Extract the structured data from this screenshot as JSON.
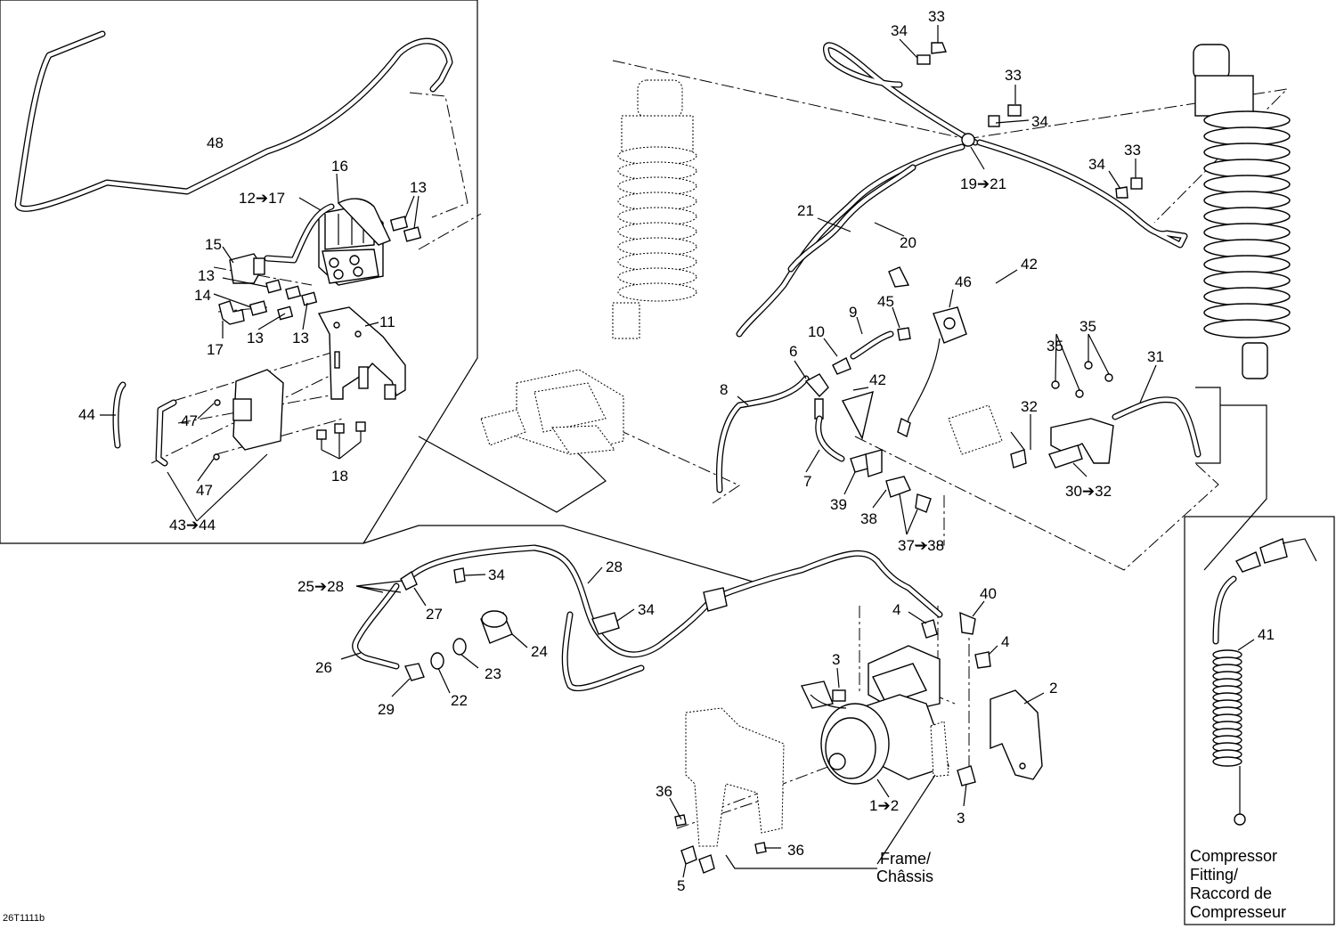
{
  "diagram": {
    "labels": [
      {
        "id": "48",
        "text": "48"
      },
      {
        "id": "16",
        "text": "16"
      },
      {
        "id": "12-17",
        "text": "12➔17"
      },
      {
        "id": "13a",
        "text": "13"
      },
      {
        "id": "15",
        "text": "15"
      },
      {
        "id": "13b",
        "text": "13"
      },
      {
        "id": "14",
        "text": "14"
      },
      {
        "id": "17",
        "text": "17"
      },
      {
        "id": "13c",
        "text": "13"
      },
      {
        "id": "13d",
        "text": "13"
      },
      {
        "id": "11",
        "text": "11"
      },
      {
        "id": "44",
        "text": "44"
      },
      {
        "id": "47a",
        "text": "47"
      },
      {
        "id": "47b",
        "text": "47"
      },
      {
        "id": "18",
        "text": "18"
      },
      {
        "id": "43-44",
        "text": "43➔44"
      },
      {
        "id": "34a",
        "text": "34"
      },
      {
        "id": "33a",
        "text": "33"
      },
      {
        "id": "33b",
        "text": "33"
      },
      {
        "id": "34b",
        "text": "34"
      },
      {
        "id": "19-21",
        "text": "19➔21"
      },
      {
        "id": "34c",
        "text": "34"
      },
      {
        "id": "33c",
        "text": "33"
      },
      {
        "id": "21",
        "text": "21"
      },
      {
        "id": "20",
        "text": "20"
      },
      {
        "id": "42a",
        "text": "42"
      },
      {
        "id": "46",
        "text": "46"
      },
      {
        "id": "45",
        "text": "45"
      },
      {
        "id": "9",
        "text": "9"
      },
      {
        "id": "10",
        "text": "10"
      },
      {
        "id": "6",
        "text": "6"
      },
      {
        "id": "8",
        "text": "8"
      },
      {
        "id": "42b",
        "text": "42"
      },
      {
        "id": "35a",
        "text": "35"
      },
      {
        "id": "35b",
        "text": "35"
      },
      {
        "id": "31",
        "text": "31"
      },
      {
        "id": "32",
        "text": "32"
      },
      {
        "id": "7",
        "text": "7"
      },
      {
        "id": "39",
        "text": "39"
      },
      {
        "id": "38",
        "text": "38"
      },
      {
        "id": "30-32",
        "text": "30➔32"
      },
      {
        "id": "37-38",
        "text": "37➔38"
      },
      {
        "id": "28",
        "text": "28"
      },
      {
        "id": "25-28",
        "text": "25➔28"
      },
      {
        "id": "34d",
        "text": "34"
      },
      {
        "id": "27",
        "text": "27"
      },
      {
        "id": "34e",
        "text": "34"
      },
      {
        "id": "24",
        "text": "24"
      },
      {
        "id": "26",
        "text": "26"
      },
      {
        "id": "23",
        "text": "23"
      },
      {
        "id": "29",
        "text": "29"
      },
      {
        "id": "22",
        "text": "22"
      },
      {
        "id": "40",
        "text": "40"
      },
      {
        "id": "4a",
        "text": "4"
      },
      {
        "id": "4b",
        "text": "4"
      },
      {
        "id": "3a",
        "text": "3"
      },
      {
        "id": "2",
        "text": "2"
      },
      {
        "id": "1-2",
        "text": "1➔2"
      },
      {
        "id": "3b",
        "text": "3"
      },
      {
        "id": "36a",
        "text": "36"
      },
      {
        "id": "36b",
        "text": "36"
      },
      {
        "id": "5",
        "text": "5"
      },
      {
        "id": "41",
        "text": "41"
      }
    ],
    "frame_note": [
      "Frame/",
      "Châssis"
    ],
    "compressor_note": [
      "Compressor",
      "Fitting/",
      "Raccord de",
      "Compresseur"
    ],
    "reference_code": "26T1111b"
  }
}
